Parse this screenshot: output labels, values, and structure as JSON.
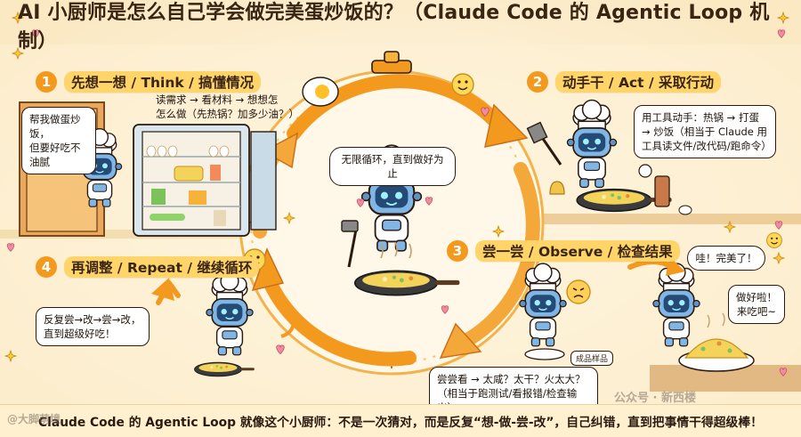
{
  "title": "AI 小厨师是怎么自己学会做完美蛋炒饭的？（Claude Code 的 Agentic Loop 机制）",
  "center_bubble": "无限循环，直到做好为止",
  "steps": [
    {
      "num": "1",
      "label": "先想一想 / Think / 搞懂情况"
    },
    {
      "num": "2",
      "label": "动手干 / Act / 采取行动"
    },
    {
      "num": "3",
      "label": "尝一尝 / Observe / 检查结果"
    },
    {
      "num": "4",
      "label": "再调整 / Repeat / 继续循环"
    }
  ],
  "step1": {
    "request_line1": "帮我做蛋炒饭，",
    "request_line2": "但要好吃不油腻",
    "think_line1": "读需求 → 看材料 → 想想怎",
    "think_line2": "怎么做（先热锅？加多少油？）"
  },
  "step2": {
    "line1": "用工具动手：热锅 → 打蛋",
    "line2": "→ 炒饭（相当于 Claude 用",
    "line3": "工具读文件/改代码/跑命令）"
  },
  "step3": {
    "sample": "成品样品",
    "line1": "尝尝看 → 太咸？太干？火太大？",
    "line2": "（相当于跑测试/看报错/检查输出）",
    "wow": "哇！完美了！",
    "done_line1": "做好啦！",
    "done_line2": "来吃吧~"
  },
  "step4": {
    "line1": "反复尝→改→尝→改，",
    "line2": "直到超级好吃！"
  },
  "caption": "Claude Code 的 Agentic Loop 就像这个小厨师：不是一次猜对，而是反复“想-做-尝-改”，自己纠错，直到把事情干得超级棒！",
  "watermark_left": "@大脚萌境",
  "watermark_right": "公众号 · 新西楼",
  "colors": {
    "accent": "#f39a1e",
    "highlight": "#ffd56a",
    "background": "#fff6e3",
    "robot": "#7fb6e6"
  }
}
